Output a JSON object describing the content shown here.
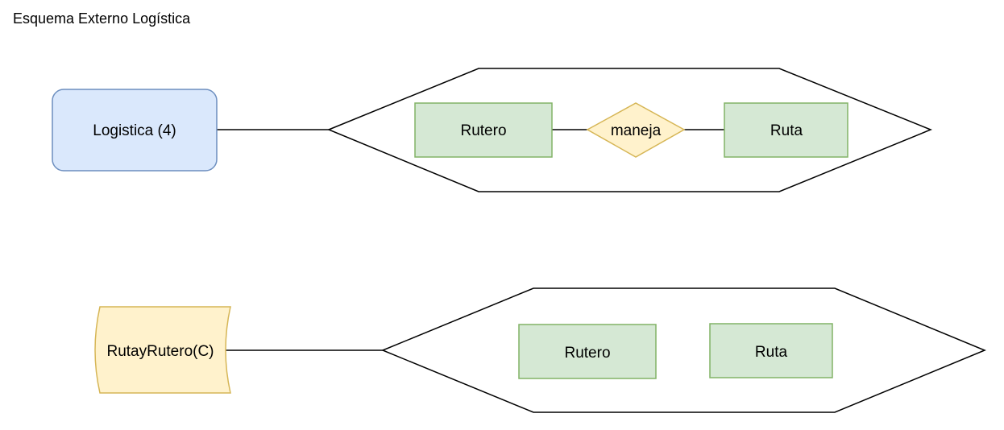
{
  "diagram": {
    "title": "Esquema Externo Logística",
    "colors": {
      "view_fill": "#dae8fc",
      "view_stroke": "#6c8ebf",
      "storage_fill": "#fff2cc",
      "storage_stroke": "#d6b656",
      "entity_fill": "#d5e8d4",
      "entity_stroke": "#82b366",
      "relation_fill": "#fff2cc",
      "relation_stroke": "#d6b656",
      "line": "#000000"
    },
    "top": {
      "view_label": "Logistica (4)",
      "entity_left": "Rutero",
      "relation": "maneja",
      "entity_right": "Ruta"
    },
    "bottom": {
      "storage_label": "RutayRutero(C)",
      "entity_left": "Rutero",
      "entity_right": "Ruta"
    }
  }
}
